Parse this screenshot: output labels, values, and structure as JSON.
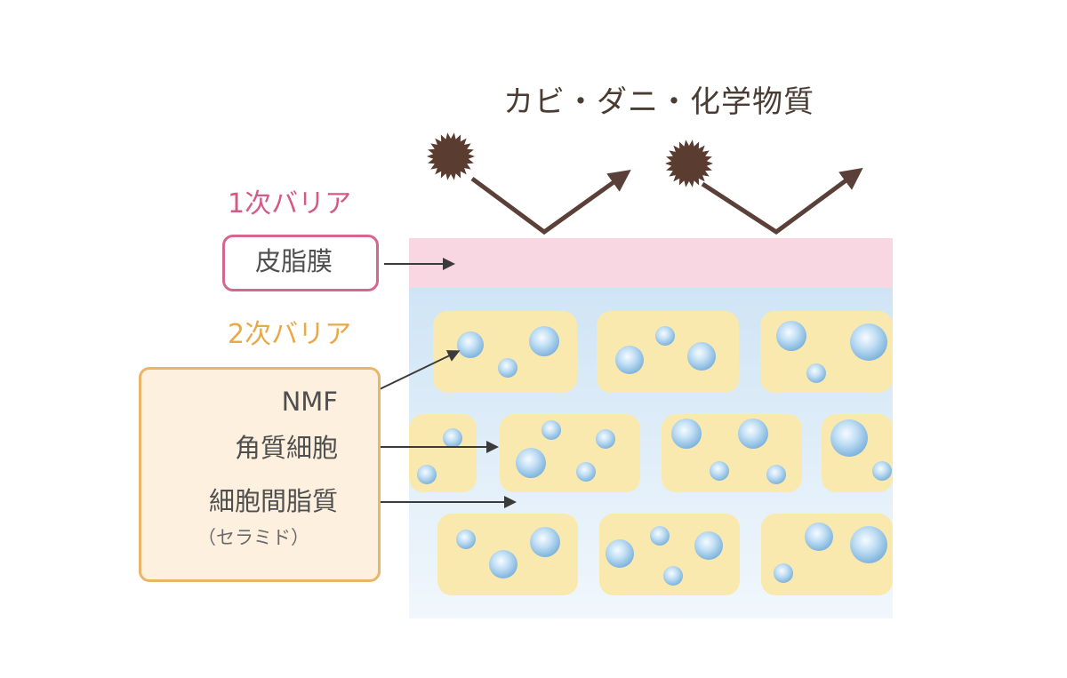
{
  "title": "カビ・ダニ・化学物質",
  "barrier_1": {
    "heading": "1次バリア",
    "item": "皮脂膜"
  },
  "barrier_2": {
    "heading": "2次バリア",
    "items": [
      "NMF",
      "角質細胞",
      "細胞間脂質"
    ],
    "note": "（セラミド）"
  },
  "colors": {
    "barrier_1": "#d4668f",
    "barrier_2": "#ebb569",
    "sebum_layer": "#f8d6e2",
    "stratum_top": "#cfe4f5",
    "stratum_bottom": "#edf6fc",
    "cell": "#fae9ae",
    "droplet": "#a9cfec",
    "allergen": "#5a3c30",
    "arrow": "#5a4038",
    "pointer": "#3b3b3b"
  },
  "icons": {
    "allergen": "spiky-particle-icon",
    "droplet": "moisture-droplet-icon"
  }
}
